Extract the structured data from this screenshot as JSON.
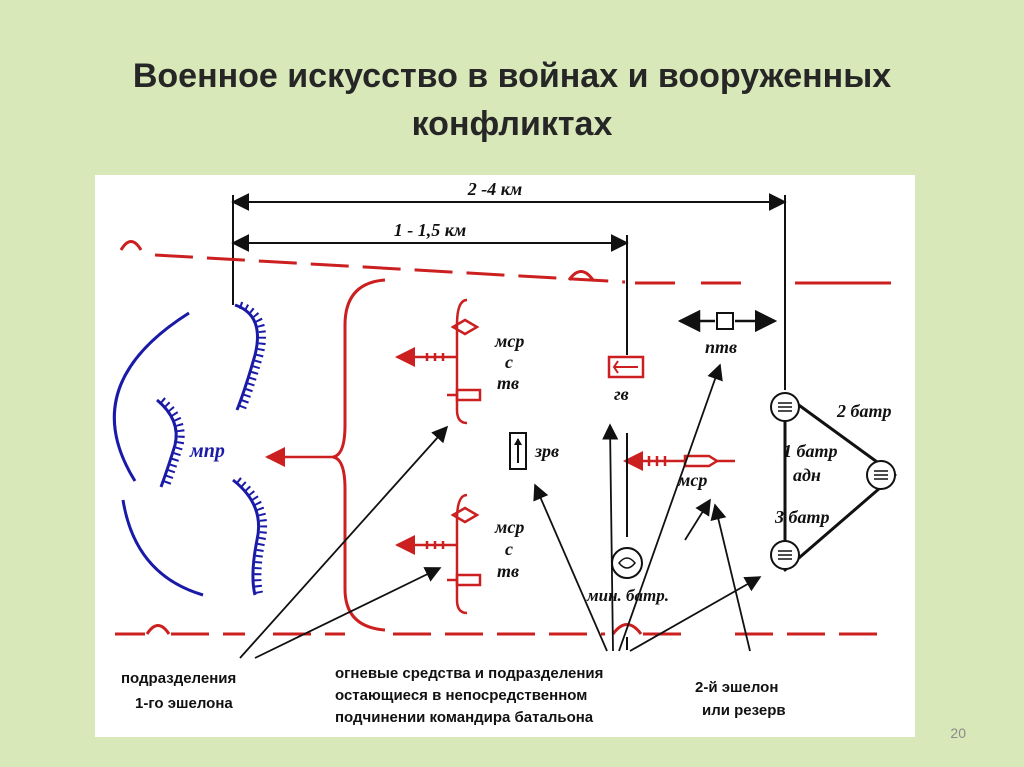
{
  "slide": {
    "title_line1": "Военное искусство в войнах и вооруженных",
    "title_line2": "конфликтах",
    "page_number": "20"
  },
  "diagram": {
    "dist_outer": "2 -4 км",
    "dist_inner": "1 - 1,5 км",
    "mpr": "мпр",
    "msr_top": [
      "мср",
      "с",
      "тв"
    ],
    "msr_bottom": [
      "мср",
      "с",
      "тв"
    ],
    "gv": "гв",
    "zrv": "зрв",
    "ptv": "птв",
    "msr_mid": "мср",
    "min_batr": "мин. батр.",
    "batr2": "2 батр",
    "batr1": "1 батр",
    "adn": "адн",
    "batr3": "3 батр",
    "note_first_echelon": [
      "подразделения",
      "1-го эшелона"
    ],
    "note_fire_means": [
      "огневые средства и подразделения",
      "остающиеся в непосредственном",
      "подчинении командира батальона"
    ],
    "note_second_echelon": [
      "2-й эшелон",
      "или резерв"
    ]
  },
  "colors": {
    "background": "#d9e8b8",
    "enemy_blue": "#1a1aa8",
    "own_red": "#cc1f1f",
    "ink": "#111111"
  }
}
